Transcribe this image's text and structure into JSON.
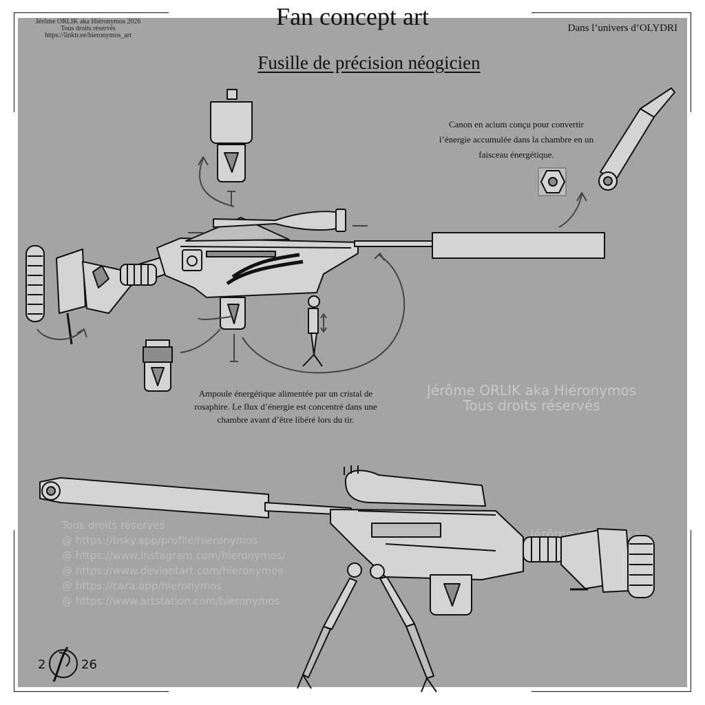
{
  "header": {
    "title": "Fan concept art",
    "subtitle": "Fusille de précision néogicien",
    "credit": "Jérôme ORLIK aka Hiéronymos 2026\nTous droits réservés\nhttps://linktr.ee/hieronymos_art",
    "universe": "Dans l’univers d’OLYDRI"
  },
  "annotations": {
    "barrel": "Canon en acium conçu pour convertir\nl’énergie accumulée dans la chambre en un\nfaisceau énergétique.",
    "bulb": "Ampoule énergétique alimentée par un cristal de\nrosaphire. Le flux d’énergie est concentré dans une\nchambre avant d’être libéré lors du tir."
  },
  "watermarks": {
    "right": "Jérôme ORLIK aka Hiéronymos\nTous droits réservés",
    "mid": "Jérôme ORLIK aka Hiéronymos",
    "links": "Tous droits réservés\n@ https://bsky.app/profile/hieronymos\n@ https://www.instagram.com/hieronymos/\n@ https://www.deviantart.com/hieronymos\n@ https://cara.app/hieronymos\n@ https://www.artstation.com/hieronymos"
  },
  "signature": {
    "left": "2",
    "right": "26"
  },
  "colors": {
    "panel": "#a4a4a4",
    "ink": "#111111",
    "metal": "#d4d4d4",
    "metal_dark": "#8c8c8c"
  }
}
